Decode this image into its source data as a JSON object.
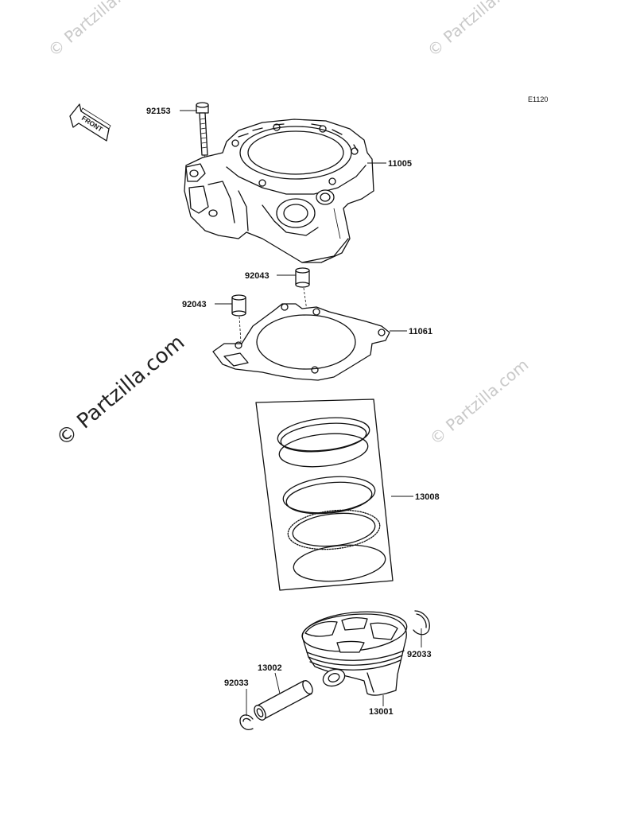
{
  "diagram_code": "E1120",
  "front_label": "FRONT",
  "watermarks": {
    "top_left": "© Partzilla.com",
    "top_right": "© Partzilla.com",
    "mid_right": "© Partzilla.com",
    "side": "© Partzilla.com"
  },
  "parts": [
    {
      "id": "bolt",
      "number": "92153"
    },
    {
      "id": "cylinder",
      "number": "11005"
    },
    {
      "id": "dowel-upper",
      "number": "92043"
    },
    {
      "id": "dowel-lower",
      "number": "92043"
    },
    {
      "id": "gasket",
      "number": "11061"
    },
    {
      "id": "ring-set",
      "number": "13008"
    },
    {
      "id": "circlip-right",
      "number": "92033"
    },
    {
      "id": "piston-pin",
      "number": "13002"
    },
    {
      "id": "circlip-left",
      "number": "92033"
    },
    {
      "id": "piston",
      "number": "13001"
    }
  ]
}
